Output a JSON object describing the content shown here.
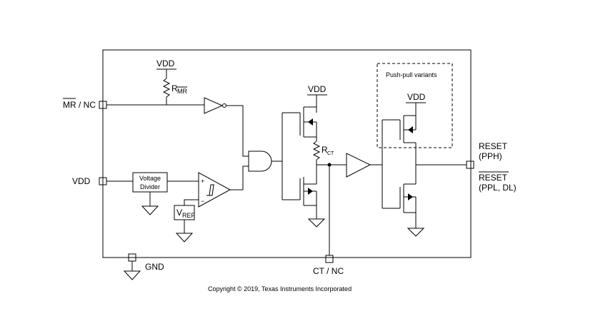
{
  "labels": {
    "mr_pin": "MR / NC",
    "mr_pin_overbar": "MR",
    "vdd_pin": "VDD",
    "vdd_top_resistor": "VDD",
    "r_mr_main": "R",
    "r_mr_sub": "MR",
    "voltage_divider_line1": "Voltage",
    "voltage_divider_line2": "Divider",
    "v_ref_main": "V",
    "v_ref_sub": "REF",
    "comparator_plus": "+",
    "comparator_minus": "−",
    "vdd_ct_stage": "VDD",
    "r_ct_main": "R",
    "r_ct_sub": "CT",
    "push_pull_title": "Push-pull variants",
    "vdd_push_pull": "VDD",
    "reset_pph": "RESET",
    "reset_pph_sub": "(PPH)",
    "reset_ppl": "RESET",
    "reset_ppl_sub": "(PPL, DL)",
    "gnd_pin": "GND",
    "ct_pin": "CT / NC",
    "copyright": "Copyright © 2019, Texas Instruments Incorporated"
  },
  "colors": {
    "line": "#000000",
    "background": "#ffffff"
  }
}
